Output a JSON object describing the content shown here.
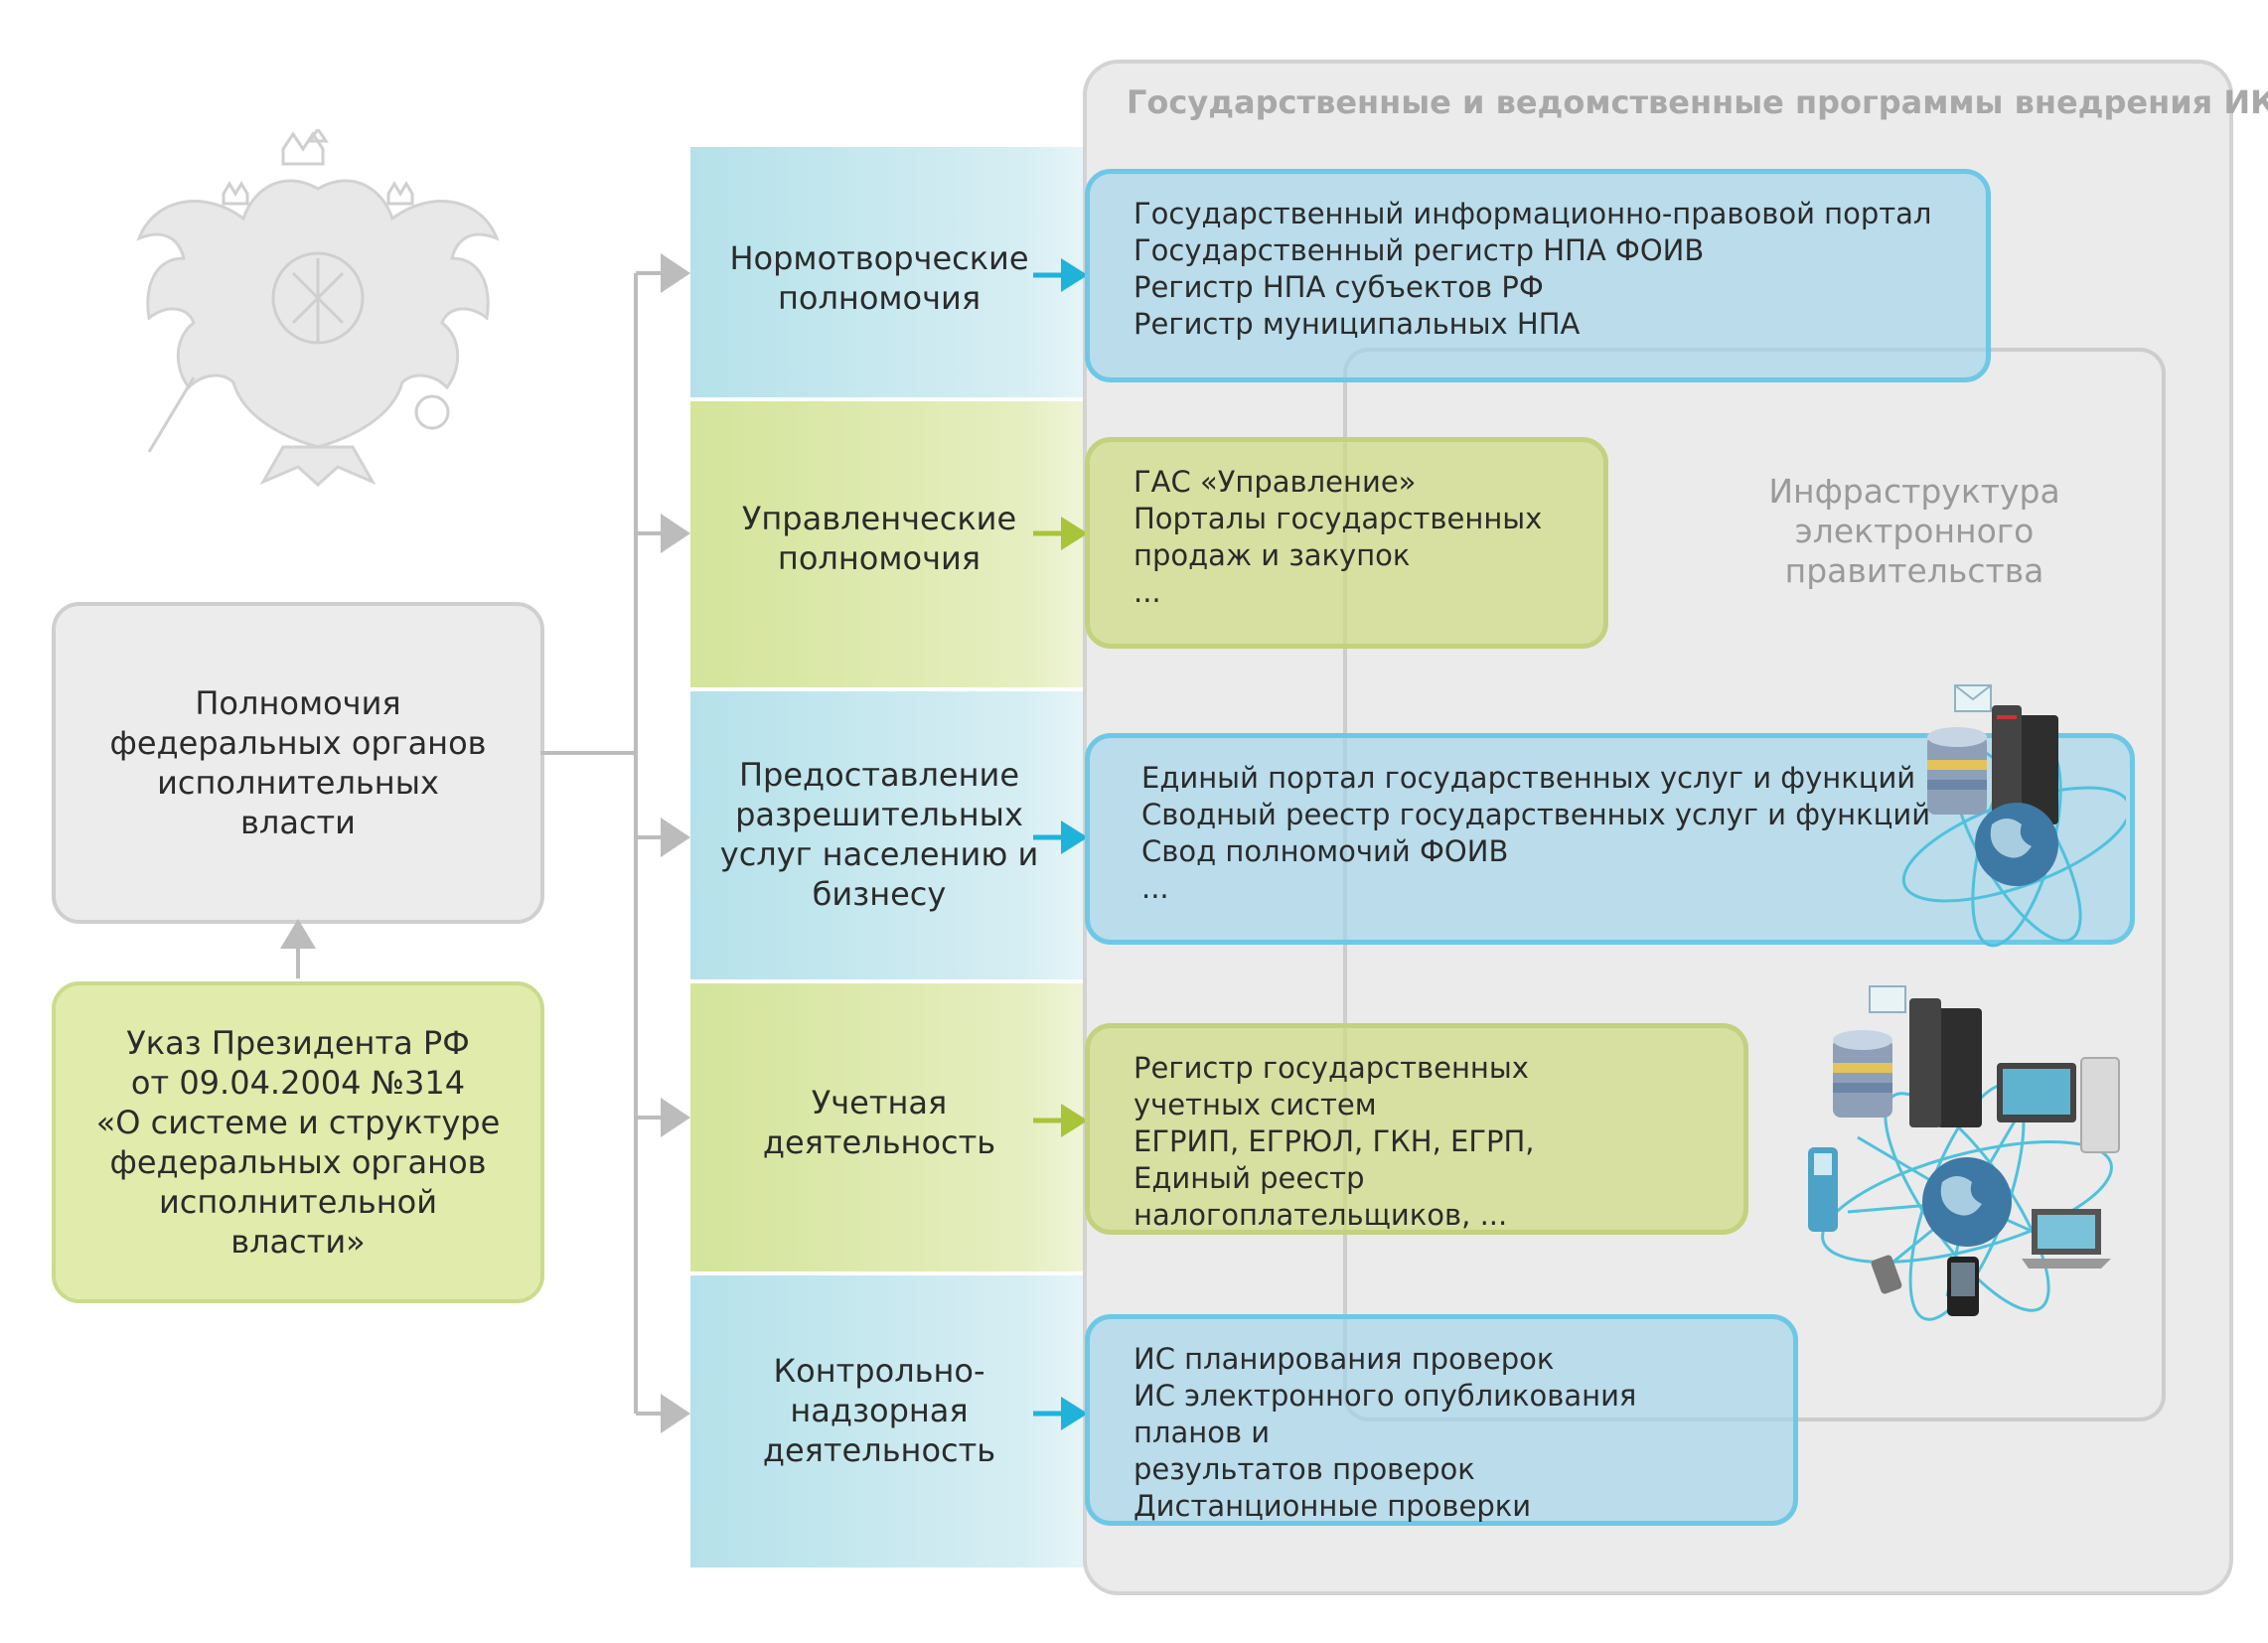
{
  "colors": {
    "blue_accent": "#1fb3da",
    "green_accent": "#a7c43a",
    "blue_box_fill": "#bfe1ef",
    "green_box_fill": "#d6e097",
    "outer_panel": "#ebebeb",
    "gray_text": "#a8a8a8"
  },
  "emblem": {
    "icon": "double-headed-eagle-emblem"
  },
  "left": {
    "powers_box": "Полномочия\nфедеральных органов\nисполнительных\nвласти",
    "decree_box": "Указ Президента РФ\nот 09.04.2004 №314\n«О системе и структуре\nфедеральных органов\nисполнительной\nвласти»"
  },
  "outer_panel": {
    "title": "Государственные и ведомственные программы внедрения ИКТ"
  },
  "inner_panel": {
    "title": "Инфраструктура\nэлектронного\nправительства"
  },
  "powers": [
    {
      "label": "Нормотворческие\nполномочия",
      "color": "blue",
      "programs": "Государственный информационно-правовой портал\nГосударственный регистр НПА ФОИВ\nРегистр НПА субъектов РФ\nРегистр муниципальных НПА"
    },
    {
      "label": "Управленческие\nполномочия",
      "color": "green",
      "programs": "ГАС «Управление»\nПорталы государственных\nпродаж и закупок\n..."
    },
    {
      "label": "Предоставление\nразрешительных\nуслуг населению и\nбизнесу",
      "color": "blue",
      "programs": "Единый портал государственных услуг и функций\nСводный реестр государственных услуг и функций\nСвод полномочий ФОИВ\n..."
    },
    {
      "label": "Учетная\nдеятельность",
      "color": "green",
      "programs": "Регистр государственных\n учетных систем\nЕГРИП, ЕГРЮЛ, ГКН, ЕГРП,\nЕдиный реестр налогоплательщиков, ..."
    },
    {
      "label": "Контрольно-\nнадзорная\nдеятельность",
      "color": "blue",
      "programs": "ИС планирования проверок\nИС электронного опубликования планов и\nрезультатов проверок\nДистанционные проверки"
    }
  ],
  "illustrations": [
    {
      "icon": "server-globe-network-icon"
    },
    {
      "icon": "devices-network-icon"
    }
  ]
}
